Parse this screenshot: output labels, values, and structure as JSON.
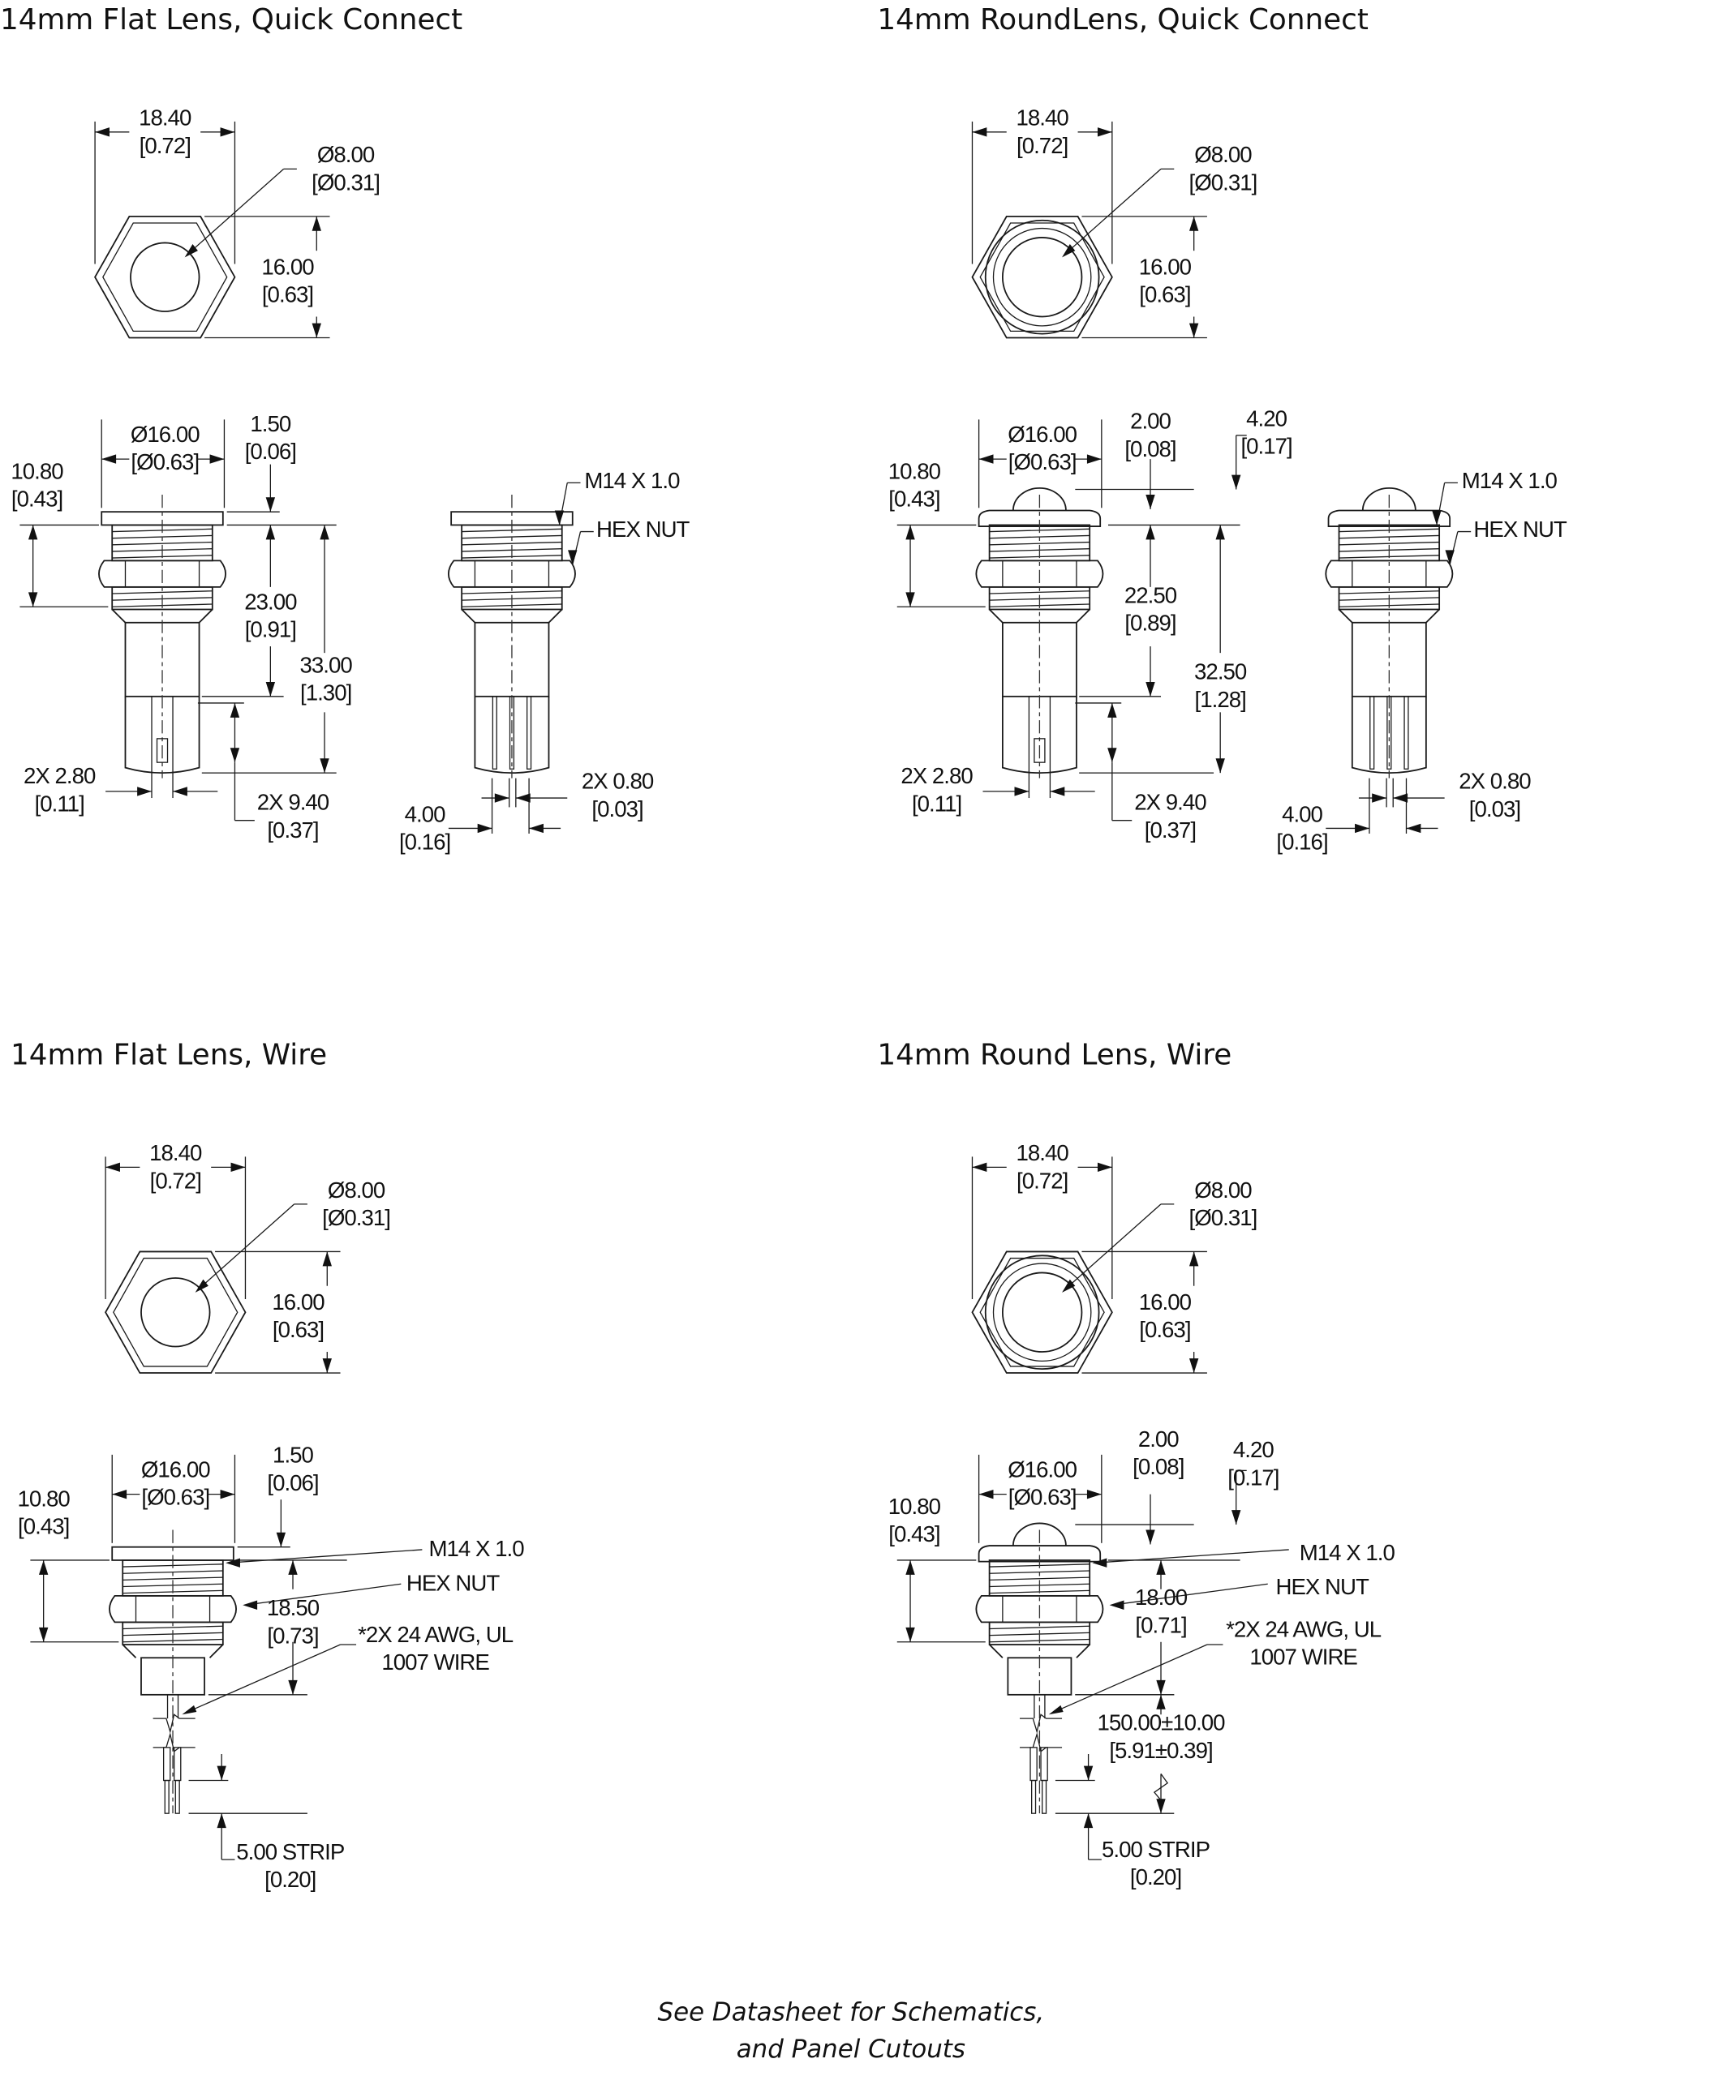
{
  "panels": [
    {
      "title": "14mm Flat Lens, Quick Connect",
      "dims": {
        "width": [
          "18.40",
          "[0.72]"
        ],
        "lens": [
          "Ø8.00",
          "[Ø0.31]"
        ],
        "height": [
          "16.00",
          "[0.63]"
        ],
        "bezel": [
          "Ø16.00",
          "[Ø0.63]"
        ],
        "flange": [
          "1.50",
          "[0.06]"
        ],
        "panel": [
          "10.80",
          "[0.43]"
        ],
        "body": [
          "23.00",
          "[0.91]"
        ],
        "overall": [
          "33.00",
          "[1.30]"
        ],
        "term_w": [
          "2X 2.80",
          "[0.11]"
        ],
        "term_l": [
          "2X 9.40",
          "[0.37]"
        ],
        "thread": [
          "M14 X 1.0"
        ],
        "nut": [
          "HEX NUT"
        ],
        "pin_w": [
          "2X 0.80",
          "[0.03]"
        ],
        "pin_p": [
          "4.00",
          "[0.16]"
        ]
      }
    },
    {
      "title": "14mm RoundLens, Quick Connect",
      "dims": {
        "width": [
          "18.40",
          "[0.72]"
        ],
        "lens": [
          "Ø8.00",
          "[Ø0.31]"
        ],
        "height": [
          "16.00",
          "[0.63]"
        ],
        "bezel": [
          "Ø16.00",
          "[Ø0.63]"
        ],
        "lens_h": [
          "2.00",
          "[0.08]"
        ],
        "dome": [
          "4.20",
          "[0.17]"
        ],
        "panel": [
          "10.80",
          "[0.43]"
        ],
        "body": [
          "22.50",
          "[0.89]"
        ],
        "overall": [
          "32.50",
          "[1.28]"
        ],
        "term_w": [
          "2X 2.80",
          "[0.11]"
        ],
        "term_l": [
          "2X 9.40",
          "[0.37]"
        ],
        "thread": [
          "M14 X 1.0"
        ],
        "nut": [
          "HEX NUT"
        ],
        "pin_w": [
          "2X 0.80",
          "[0.03]"
        ],
        "pin_p": [
          "4.00",
          "[0.16]"
        ]
      }
    },
    {
      "title": "14mm Flat Lens, Wire",
      "dims": {
        "width": [
          "18.40",
          "[0.72]"
        ],
        "lens": [
          "Ø8.00",
          "[Ø0.31]"
        ],
        "height": [
          "16.00",
          "[0.63]"
        ],
        "bezel": [
          "Ø16.00",
          "[Ø0.63]"
        ],
        "flange": [
          "1.50",
          "[0.06]"
        ],
        "panel": [
          "10.80",
          "[0.43]"
        ],
        "thread": [
          "M14 X 1.0"
        ],
        "nut": [
          "HEX NUT"
        ],
        "length": [
          "18.50",
          "[0.73]"
        ],
        "wire": [
          "*2X 24 AWG, UL",
          "1007 WIRE"
        ],
        "strip": [
          "5.00 STRIP",
          "[0.20]"
        ]
      }
    },
    {
      "title": "14mm Round Lens, Wire",
      "dims": {
        "width": [
          "18.40",
          "[0.72]"
        ],
        "lens": [
          "Ø8.00",
          "[Ø0.31]"
        ],
        "height": [
          "16.00",
          "[0.63]"
        ],
        "bezel": [
          "Ø16.00",
          "[Ø0.63]"
        ],
        "lens_h": [
          "2.00",
          "[0.08]"
        ],
        "dome": [
          "4.20",
          "[0.17]"
        ],
        "panel": [
          "10.80",
          "[0.43]"
        ],
        "thread": [
          "M14 X 1.0"
        ],
        "nut": [
          "HEX NUT"
        ],
        "length": [
          "18.00",
          "[0.71]"
        ],
        "wire": [
          "*2X 24 AWG, UL",
          "1007 WIRE"
        ],
        "wire_len": [
          "150.00±10.00",
          "[5.91±0.39]"
        ],
        "strip": [
          "5.00 STRIP",
          "[0.20]"
        ]
      }
    }
  ],
  "footer": [
    "See Datasheet for Schematics,",
    "and Panel Cutouts"
  ]
}
